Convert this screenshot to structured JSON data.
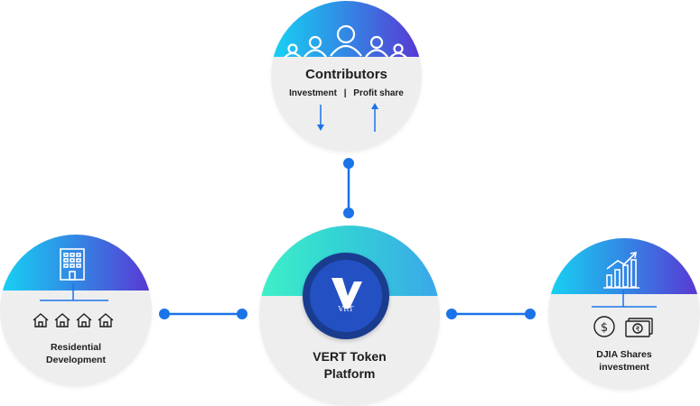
{
  "colors": {
    "connector": "#1a73e8",
    "cap_gradient": [
      "#17d3f3",
      "#2f8fe6",
      "#5a36d3"
    ],
    "center_gradient": [
      "#3ff0c7",
      "#33d6d3",
      "#3aa7ea"
    ],
    "circle_fill": "#eeeeef",
    "logo_blue": "#2351c3"
  },
  "contributors": {
    "title": "Contributors",
    "investment": "Investment",
    "separator": "|",
    "profit_share": "Profit share",
    "icon": "people-group-icon"
  },
  "residential": {
    "line1": "Residential",
    "line2": "Development",
    "icon": "building-icon",
    "sub_icons": "house-icon"
  },
  "center": {
    "line1": "VERT Token",
    "line2": "Platform",
    "logo_text": "VRT",
    "icon": "vert-logo-icon"
  },
  "djia": {
    "line1": "DJIA Shares",
    "line2": "investment",
    "icon": "growth-chart-icon",
    "sub_icons": [
      "dollar-coin-icon",
      "rupee-note-icon"
    ]
  }
}
